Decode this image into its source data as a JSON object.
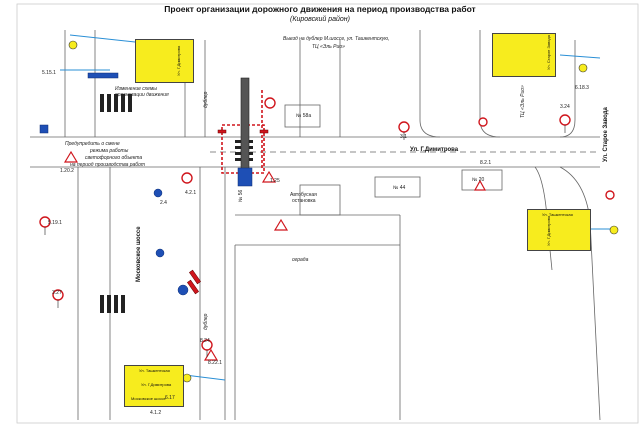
{
  "title": "Проект организации дорожного движения на период производства работ",
  "subtitle": "(Кировский район)",
  "notes": {
    "exit_note": "Выезд на дублер М.шоссе, ул. Ташкентскую,",
    "exit_note2": "ТЦ «Эль Рио»",
    "warning_note1": "Предупредить о смене",
    "warning_note2": "режима работы",
    "warning_note3": "светофорного объекта",
    "warning_note4": "на период производства работ",
    "detour_note1": "Изменение схемы",
    "detour_note2": "организации движения"
  },
  "streets": {
    "dimitrova": "Ул. Г.Димитрова",
    "moskovskoe": "Московское шоссе",
    "dubler_top": "дублер",
    "dubler_bottom": "дублер",
    "staroe_zavoda": "Ул. Старое Завода",
    "tashkentskaya_top": "ТЦ «Эль Рио»",
    "tc_right": "ТЦ «Эль Рио»"
  },
  "buildings": {
    "b58": "№ 58а",
    "b44": "№ 44",
    "b20": "№ 20",
    "b56": "№ 56",
    "bus_stop1": "Автобусная",
    "bus_stop2": "остановка",
    "ograda": "ограда"
  },
  "boxes": {
    "box_tl_label": "Ул. Г.Димитрова",
    "box_tr_label": "Ул. Старое Завода",
    "box_rm_top": "Ул. Ташкентская",
    "box_rm_side": "Ул. Г.Димитрова",
    "box_bl_top": "Ул. Ташкентская",
    "box_bl_side": "Ул. Г.Димитрова",
    "box_bl_bottom": "Московское шоссе"
  },
  "sign_codes": {
    "s1": "5.19.1",
    "s2": "3.27",
    "s3": "8.24",
    "s4": "1.25",
    "s5": "3.24",
    "s6": "4.2.1",
    "s7": "8.2.1",
    "s8": "6.17",
    "s9": "3.1",
    "s10": "1.20.2",
    "s11": "8.22.1",
    "s12": "2.4",
    "s13": "5.15.1",
    "s14": "6.18.3",
    "s15": "4.1.2"
  },
  "colors": {
    "road": "#6d6d6d",
    "work_zone": "#d0161d",
    "yellow_box": "#f7ec1e",
    "blue_sign": "#1e4fb5",
    "crosswalk": "#1a1a1a",
    "detour": "#2a8fd6"
  }
}
